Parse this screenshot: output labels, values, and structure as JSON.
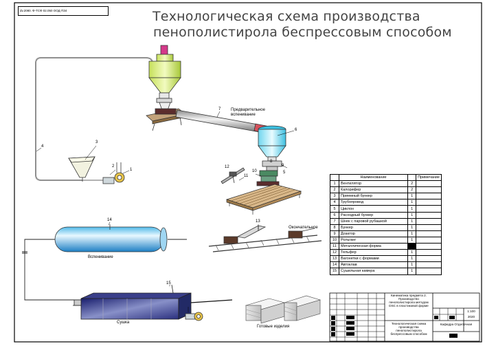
{
  "drawing_stamp": "dv.2080. Ф-ТСФ 02.050 ООД ПЗ4",
  "title": {
    "line1": "Технологическая схема производства",
    "line2": "пенополистирола беспрессовым способом"
  },
  "captions": {
    "pre_foaming": "Предварительное вспенивание",
    "foaming": "Вспенивание",
    "final_foaming": "Окончательное",
    "drying": "Сушка",
    "finished": "Готовые изделия"
  },
  "position_numbers": [
    "1",
    "2",
    "3",
    "4",
    "5",
    "6",
    "7",
    "8",
    "9",
    "10",
    "11",
    "12",
    "13",
    "14",
    "15"
  ],
  "spec_table": {
    "header_name": "Наименование",
    "header_note": "Примечание",
    "rows": [
      {
        "num": "1",
        "name": "Вентилятор",
        "qty": "2"
      },
      {
        "num": "2",
        "name": "Калорифер",
        "qty": "2"
      },
      {
        "num": "3",
        "name": "Приемный бункер",
        "qty": "1"
      },
      {
        "num": "4",
        "name": "Трубопровод",
        "qty": "1"
      },
      {
        "num": "5",
        "name": "Циклон",
        "qty": "1"
      },
      {
        "num": "6",
        "name": "Расходный бункер",
        "qty": "1"
      },
      {
        "num": "7",
        "name": "Шнек с паровой рубашкой",
        "qty": "1"
      },
      {
        "num": "8",
        "name": "Бункер",
        "qty": "1"
      },
      {
        "num": "9",
        "name": "Дозатор",
        "qty": "1"
      },
      {
        "num": "10",
        "name": "Рольганг",
        "qty": "1"
      },
      {
        "num": "11",
        "name": "Металлическая форма",
        "qty": ""
      },
      {
        "num": "12",
        "name": "Тельфер",
        "qty": "1"
      },
      {
        "num": "13",
        "name": "Вагонетки с формами",
        "qty": "1"
      },
      {
        "num": "14",
        "name": "Автоклав",
        "qty": "1"
      },
      {
        "num": "15",
        "name": "Сушильная камера",
        "qty": "1"
      }
    ]
  },
  "title_block": {
    "project": "Кинематика предмета 2. Производство пенополистирола методом DSC в пластиковой форме",
    "drawing": "Технологическая схема производства пенополистирола беспрессовым способом",
    "scale": "1:100",
    "year": "2020",
    "org": "Кафедра Отделочная"
  }
}
